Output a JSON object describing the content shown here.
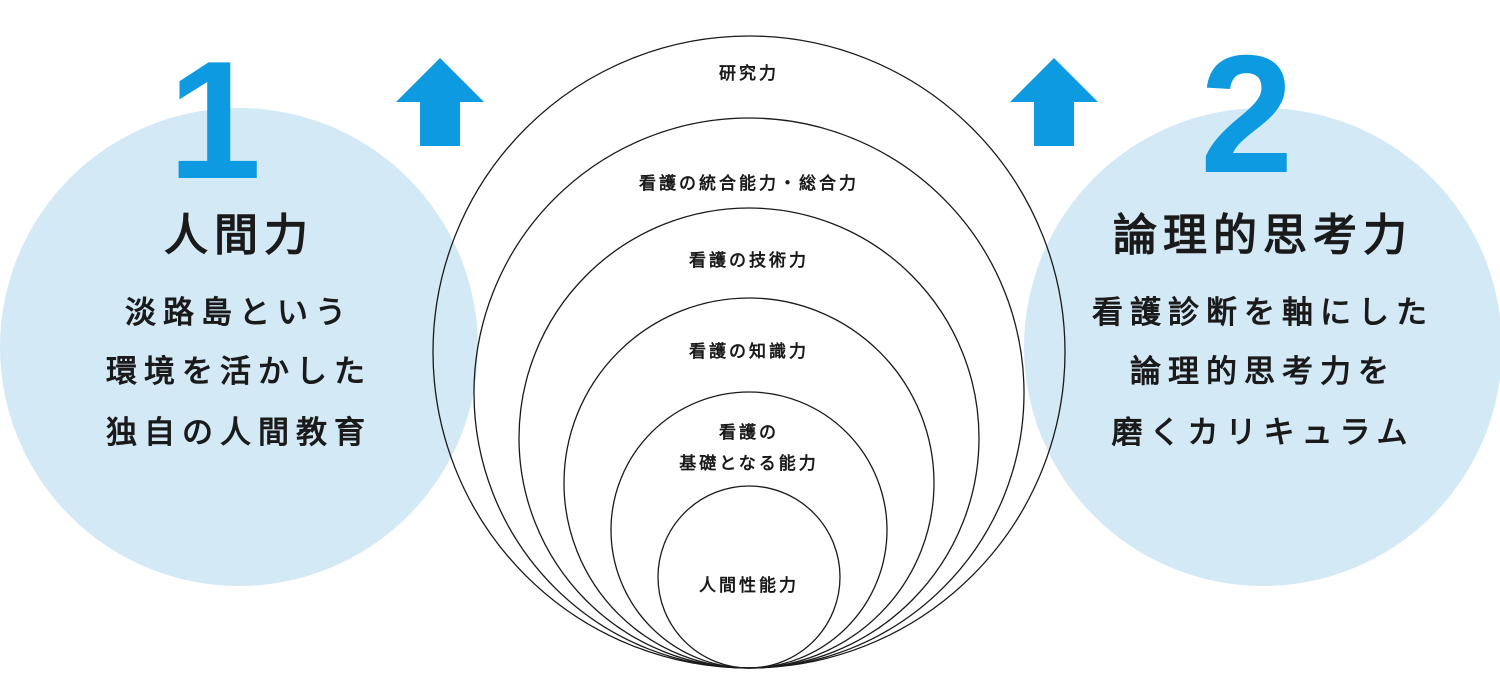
{
  "left_panel": {
    "number": "1",
    "title": "人間力",
    "lines": [
      "淡路島という",
      "環境を活かした",
      "独自の人間教育"
    ]
  },
  "right_panel": {
    "number": "2",
    "title": "論理的思考力",
    "lines": [
      "看護診断を軸にした",
      "論理的思考力を",
      "磨くカリキュラム"
    ]
  },
  "rings": [
    {
      "label": "研究力"
    },
    {
      "label": "看護の統合能力・総合力"
    },
    {
      "label": "看護の技術力"
    },
    {
      "label": "看護の知識力"
    },
    {
      "label_lines": [
        "看護の",
        "基礎となる能力"
      ]
    },
    {
      "label": "人間性能力"
    }
  ],
  "colors": {
    "accent_blue": "#0e9ae0",
    "circle_fill": "#d4e9f6",
    "ring_stroke": "#1a1a1a"
  },
  "icons": [
    "up-arrow-icon",
    "up-arrow-icon"
  ]
}
